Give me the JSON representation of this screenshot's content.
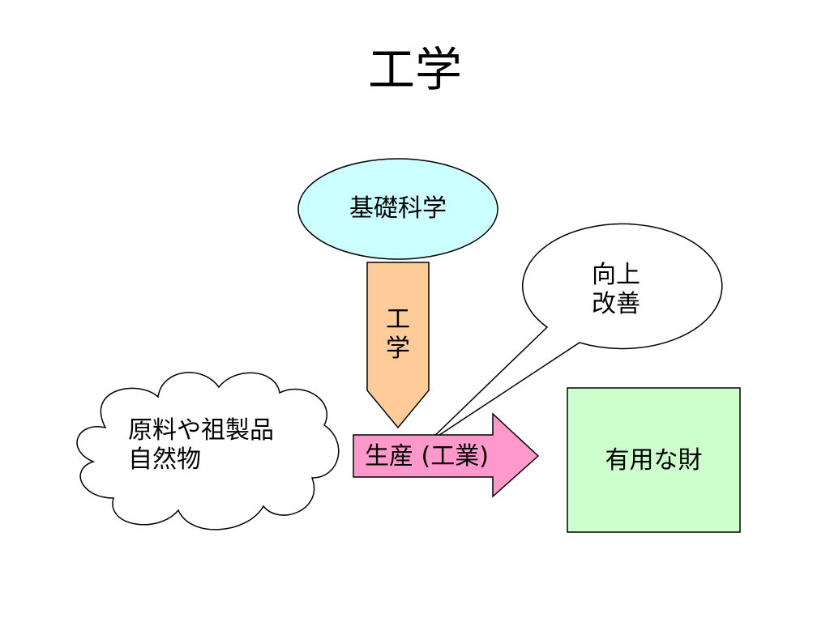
{
  "title": "工学",
  "nodes": {
    "basic_science": {
      "label": "基礎科学"
    },
    "engineering_arrow": {
      "lines": [
        "工",
        "学"
      ]
    },
    "improvement_callout": {
      "lines": [
        "向上",
        "改善"
      ]
    },
    "raw_materials_cloud": {
      "lines": [
        "原料や祖製品",
        "自然物"
      ]
    },
    "production_arrow": {
      "label": "生産 (工業)"
    },
    "useful_goods": {
      "label": "有用な財"
    }
  },
  "colors": {
    "basic_science_fill": "#ccffff",
    "engineering_arrow_fill": "#ffcc99",
    "production_arrow_fill": "#ff99cc",
    "useful_goods_fill": "#ccffcc",
    "stroke": "#000000"
  }
}
